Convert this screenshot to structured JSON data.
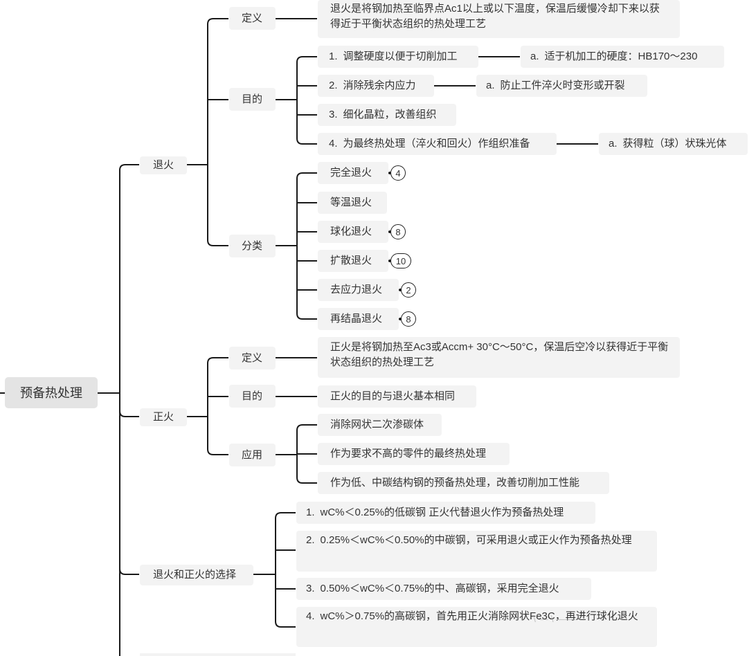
{
  "root": "预备热处理",
  "annealing": {
    "title": "退火",
    "definition_label": "定义",
    "definition": "退火是将钢加热至临界点Ac1以上或以下温度，保温后缓慢冷却下来以获得近于平衡状态组织的热处理工艺",
    "purpose_label": "目的",
    "purposes": [
      {
        "num": "1.",
        "text": "调整硬度以便于切削加工",
        "sub": {
          "num": "a.",
          "text": "适于机加工的硬度：HB170～230"
        }
      },
      {
        "num": "2.",
        "text": "消除残余内应力",
        "sub": {
          "num": "a.",
          "text": "防止工件淬火时变形或开裂"
        }
      },
      {
        "num": "3.",
        "text": "细化晶粒，改善组织"
      },
      {
        "num": "4.",
        "text": "为最终热处理（淬火和回火）作组织准备",
        "sub": {
          "num": "a.",
          "text": "获得粒（球）状珠光体"
        }
      }
    ],
    "classification_label": "分类",
    "types": [
      {
        "text": "完全退火",
        "count": "4"
      },
      {
        "text": "等温退火",
        "count": ""
      },
      {
        "text": "球化退火",
        "count": "8"
      },
      {
        "text": "扩散退火",
        "count": "10"
      },
      {
        "text": "去应力退火",
        "count": "2"
      },
      {
        "text": "再结晶退火",
        "count": "8"
      }
    ]
  },
  "normalizing": {
    "title": "正火",
    "definition_label": "定义",
    "definition": "正火是将钢加热至Ac3或Accm+ 30°C～50°C，保温后空冷以获得近于平衡状态组织的热处理工艺",
    "purpose_label": "目的",
    "purpose": "正火的目的与退火基本相同",
    "application_label": "应用",
    "applications": [
      "消除网状二次渗碳体",
      "作为要求不高的零件的最终热处理",
      "作为低、中碳结构钢的预备热处理，改善切削加工性能"
    ]
  },
  "selection": {
    "title": "退火和正火的选择",
    "items": [
      {
        "num": "1.",
        "text": "wC%＜0.25%的低碳钢 正火代替退火作为预备热处理"
      },
      {
        "num": "2.",
        "text": "0.25%＜wC%＜0.50%的中碳钢，可采用退火或正火作为预备热处理"
      },
      {
        "num": "3.",
        "text": "0.50%＜wC%＜0.75%的中、高碳钢，采用完全退火"
      },
      {
        "num": "4.",
        "text": "wC%＞0.75%的高碳钢，首先用正火消除网状Fe3C，再进行球化退火"
      }
    ]
  },
  "watermark": "\\ — \\ ——"
}
